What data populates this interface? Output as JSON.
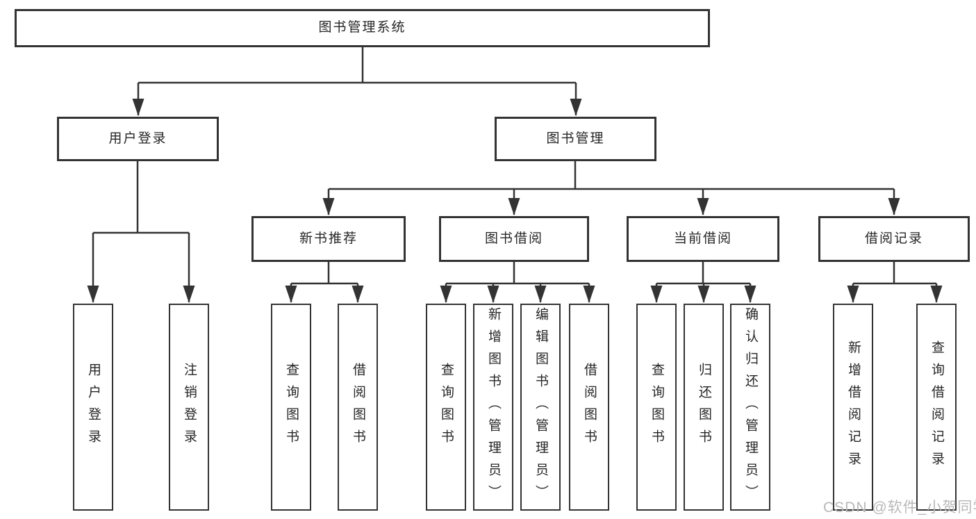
{
  "diagram": {
    "root": "图书管理系统",
    "branches": [
      {
        "label": "用户登录",
        "children": [
          "用户登录",
          "注销登录"
        ]
      },
      {
        "label": "图书管理",
        "sections": [
          {
            "label": "新书推荐",
            "children": [
              "查询图书",
              "借阅图书"
            ]
          },
          {
            "label": "图书借阅",
            "children": [
              "查询图书",
              "新增图书（管理员）",
              "编辑图书（管理员）",
              "借阅图书"
            ]
          },
          {
            "label": "当前借阅",
            "children": [
              "查询图书",
              "归还图书",
              "确认归还（管理员）"
            ]
          },
          {
            "label": "借阅记录",
            "children": [
              "新增借阅记录",
              "查询借阅记录"
            ]
          }
        ]
      }
    ]
  },
  "watermark": "CSDN @软件_小贺同学",
  "colors": {
    "line": "#333333",
    "text": "#262626",
    "watermark": "#b8b8b8",
    "background": "#ffffff"
  }
}
